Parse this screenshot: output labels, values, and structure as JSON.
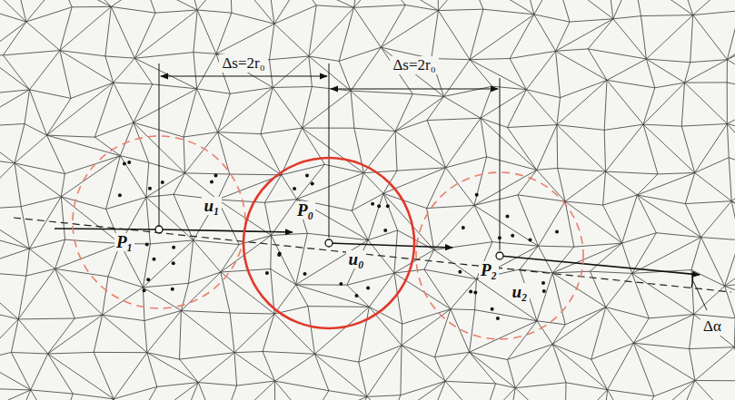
{
  "diagram": {
    "nodes": [
      {
        "text": [
          "P₁",
          "u₁"
        ]
      },
      {
        "text": [
          "P₀",
          "u₀"
        ]
      },
      {
        "text": [
          "P₂",
          "u₂"
        ]
      }
    ],
    "labels": [
      "Δs=2r₀",
      "Δs=2r₀",
      "Δα"
    ]
  }
}
